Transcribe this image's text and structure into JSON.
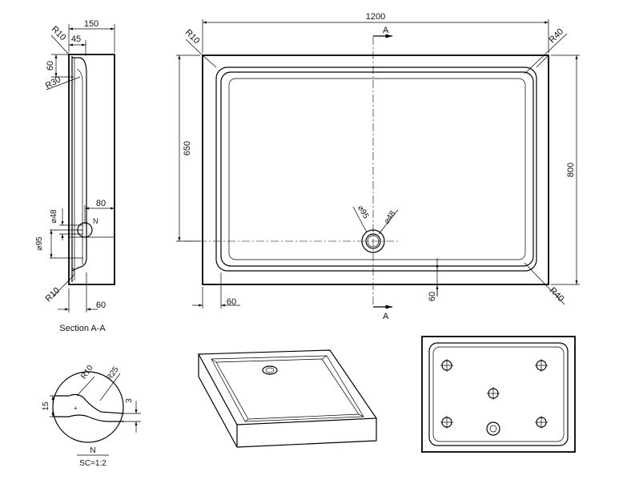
{
  "plan": {
    "width": "1200",
    "height": "800",
    "inner_height": "650",
    "margin_bottom": "60",
    "margin_left": "60",
    "corner_outer": "R10",
    "corner_inner_top": "R40",
    "corner_inner_bottom": "R40",
    "section_mark_top": "A",
    "section_mark_bottom": "A",
    "drain_outer": "⌀95",
    "drain_inner": "⌀48"
  },
  "section": {
    "title": "Section A-A",
    "width": "150",
    "rim_width": "45",
    "rim_height": "60",
    "top_radius": "R10",
    "inner_radius": "R30",
    "drain_inner": "⌀48",
    "drain_outer": "⌀95",
    "drain_offset": "80",
    "bottom_radius": "R10",
    "bottom_width": "60",
    "detail_mark": "N"
  },
  "detail": {
    "radius_small": "R10",
    "radius_large": "R25",
    "height": "15",
    "depth": "3",
    "label": "N",
    "scale": "SC=1:2"
  }
}
